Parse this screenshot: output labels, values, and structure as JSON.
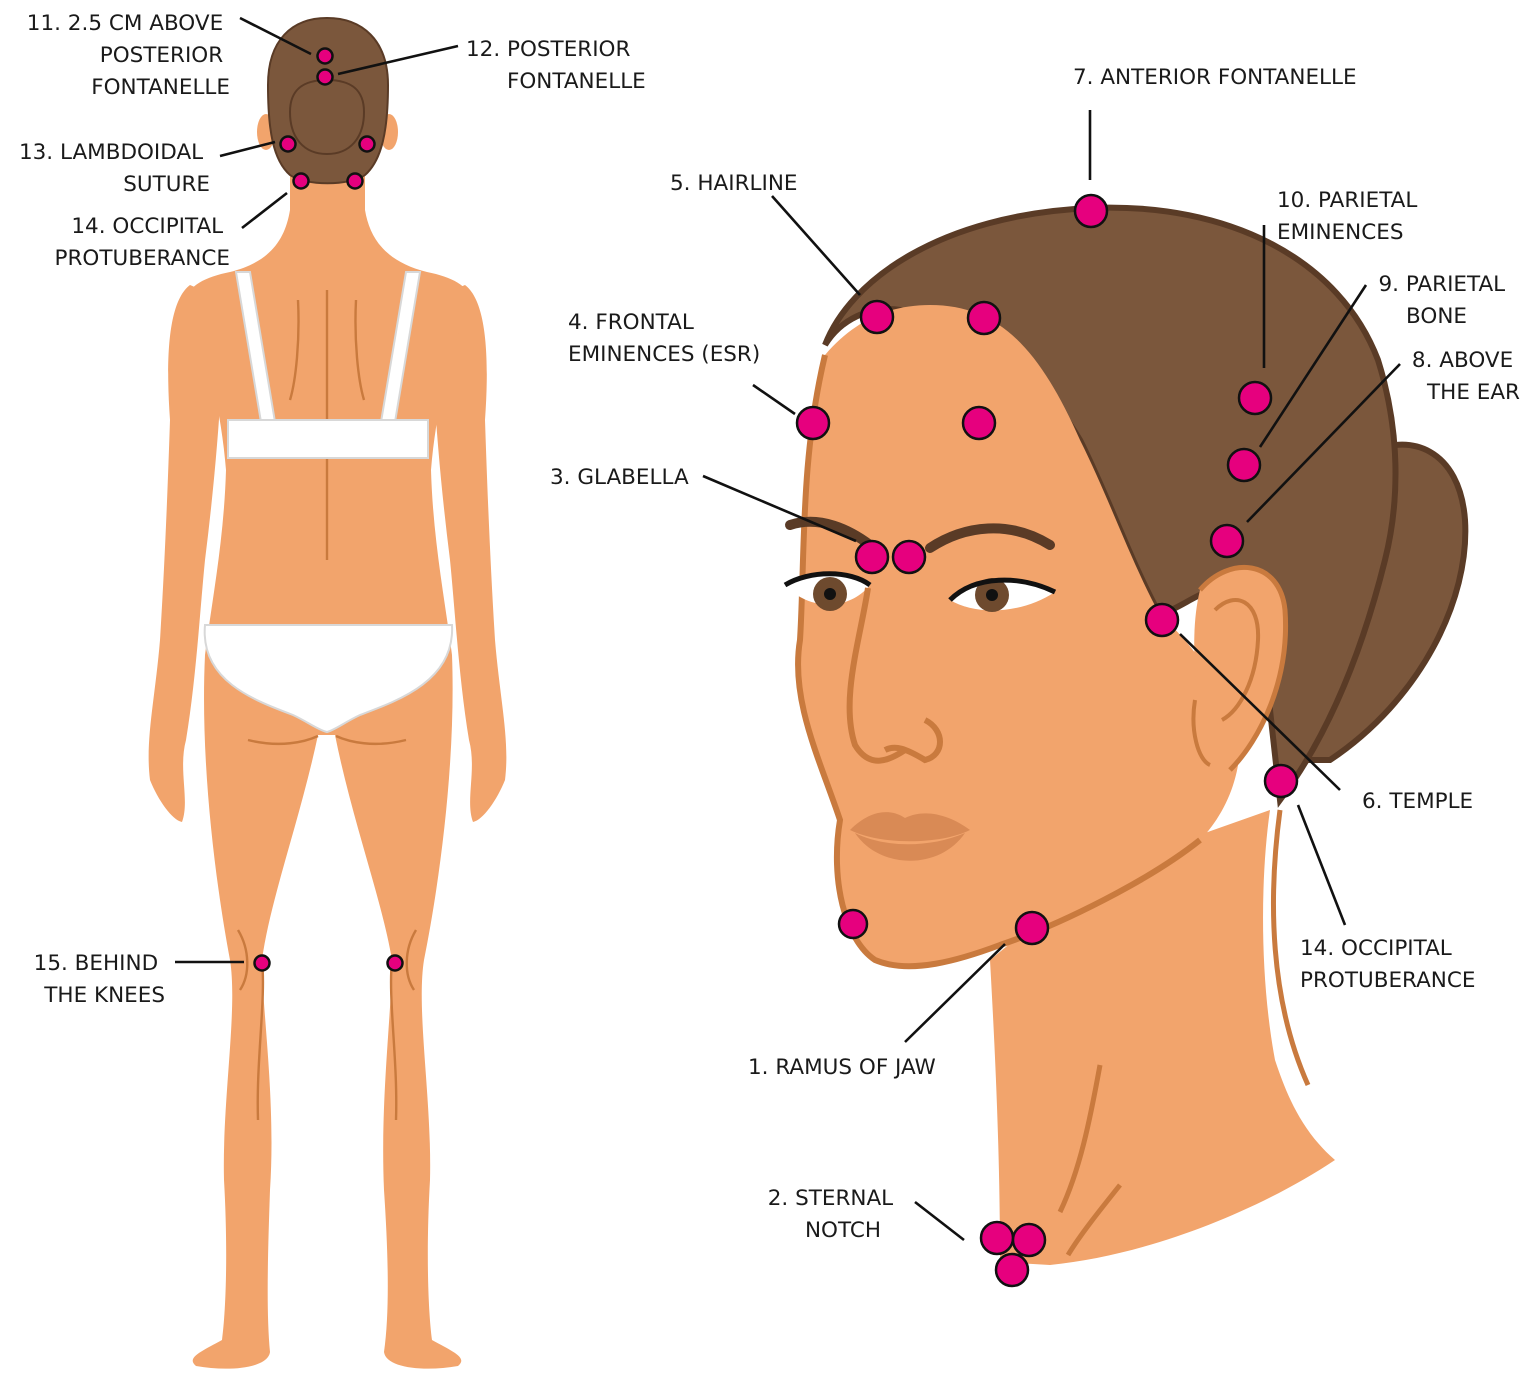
{
  "colors": {
    "point": "#e6007e",
    "skin": "#f2a46c",
    "skin_line": "#c97a3e",
    "hair": "#7b573c",
    "hair_line": "#5a3b26",
    "clothing": "#ffffff",
    "clothing_line": "#d8d8d8"
  },
  "labels": {
    "l1": "1. RAMUS OF JAW",
    "l2": [
      "2. STERNAL",
      "NOTCH"
    ],
    "l3": "3. GLABELLA",
    "l4": [
      "4. FRONTAL",
      "EMINENCES (ESR)"
    ],
    "l5": "5. HAIRLINE",
    "l6": "6. TEMPLE",
    "l7": "7. ANTERIOR FONTANELLE",
    "l8": [
      "8. ABOVE",
      "THE EAR"
    ],
    "l9": [
      "9. PARIETAL",
      "BONE"
    ],
    "l10": [
      "10. PARIETAL",
      "EMINENCES"
    ],
    "l11": [
      "11. 2.5 CM ABOVE",
      "POSTERIOR",
      "FONTANELLE"
    ],
    "l12": [
      "12. POSTERIOR",
      "FONTANELLE"
    ],
    "l13": [
      "13. LAMBDOIDAL",
      "SUTURE"
    ],
    "l14_back": [
      "14. OCCIPITAL",
      "PROTUBERANCE"
    ],
    "l14_head": [
      "14. OCCIPITAL",
      "PROTUBERANCE"
    ],
    "l15": [
      "15. BEHIND",
      "THE KNEES"
    ]
  }
}
